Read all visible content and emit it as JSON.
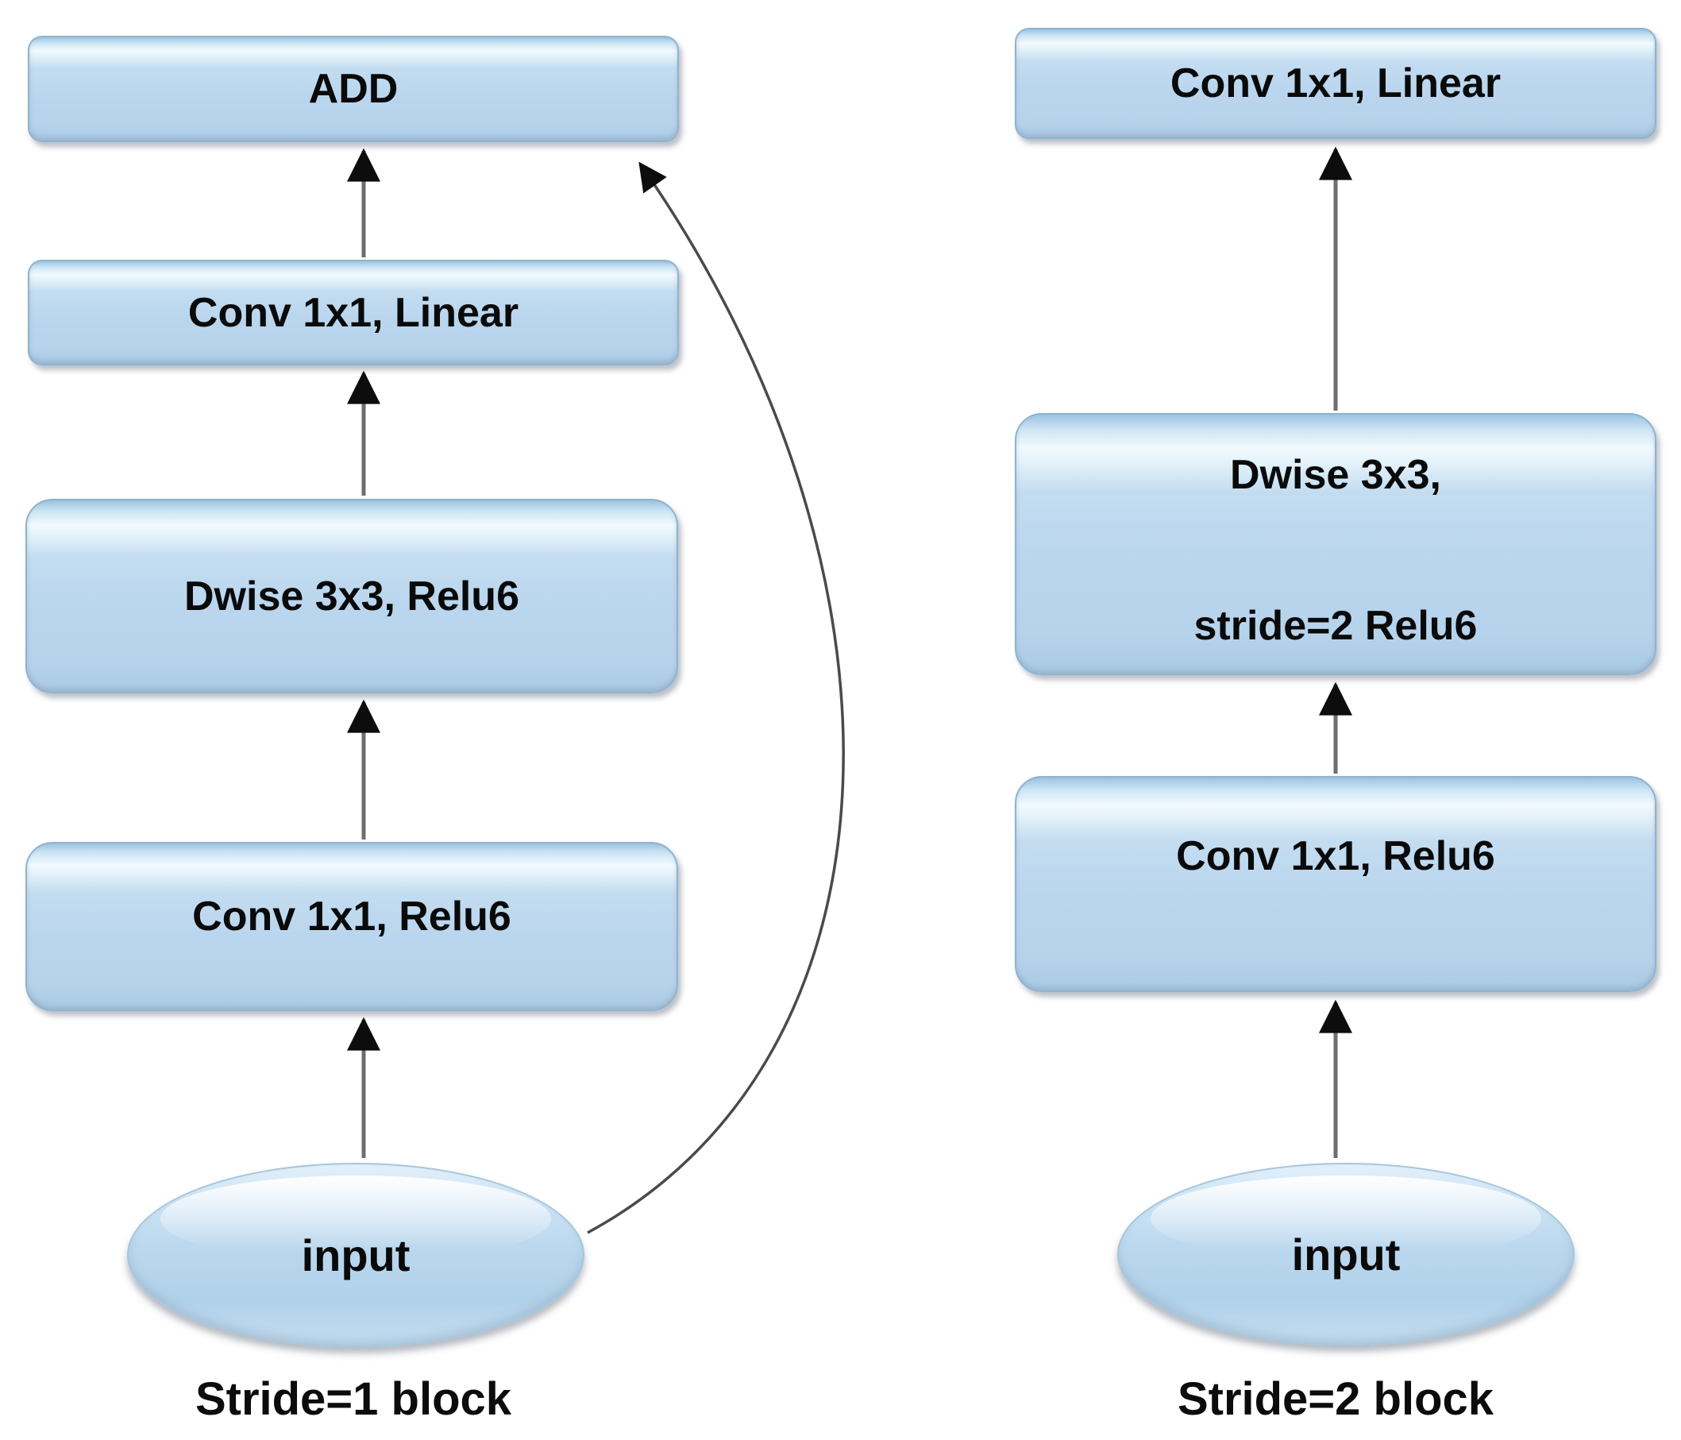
{
  "diagram": {
    "left_block": {
      "caption": "Stride=1 block",
      "nodes": {
        "add": "ADD",
        "conv_linear": "Conv 1x1, Linear",
        "dwise": "Dwise 3x3, Relu6",
        "conv_relu": "Conv 1x1, Relu6",
        "input": "input"
      }
    },
    "right_block": {
      "caption": "Stride=2 block",
      "nodes": {
        "conv_linear": "Conv 1x1, Linear",
        "dwise_line1": "Dwise 3x3,",
        "dwise_line2": "stride=2 Relu6",
        "conv_relu": "Conv 1x1, Relu6",
        "input": "input"
      }
    },
    "colors": {
      "node_fill": "#bdd8ee",
      "node_highlight": "#f2fafe",
      "node_border": "#8fb3d0",
      "arrow_line": "#6e6e6e",
      "arrow_head": "#0d0d0d",
      "text": "#0a0a0a",
      "background": "#ffffff"
    }
  }
}
